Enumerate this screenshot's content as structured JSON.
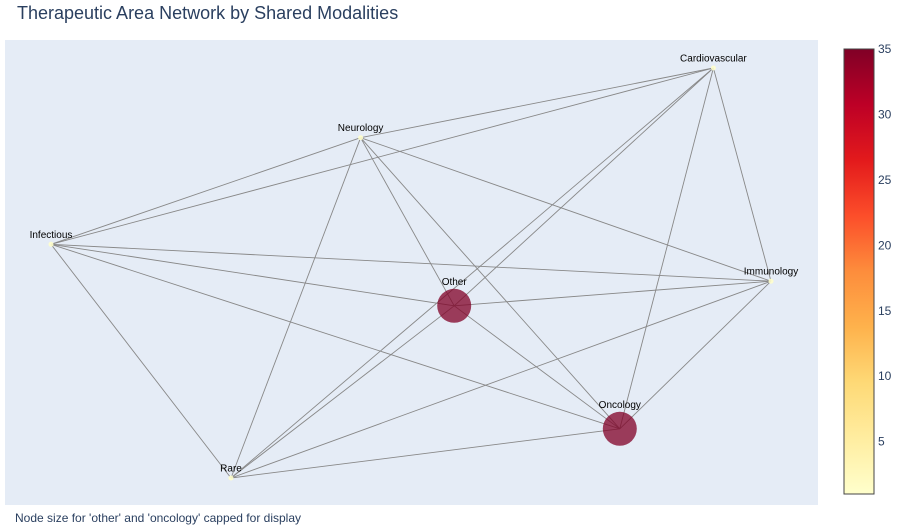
{
  "chart_data": {
    "type": "network",
    "title": "Therapeutic Area Network by Shared Modalities",
    "annotation": "Node size for 'other' and 'oncology' capped for display",
    "nodes": [
      {
        "id": "Cardiovascular",
        "x": 0.92,
        "y": 1.0,
        "value": 1
      },
      {
        "id": "Neurology",
        "x": 0.43,
        "y": 0.83,
        "value": 1
      },
      {
        "id": "Infectious",
        "x": 0.0,
        "y": 0.57,
        "value": 1
      },
      {
        "id": "Other",
        "x": 0.56,
        "y": 0.42,
        "value": 35
      },
      {
        "id": "Immunology",
        "x": 1.0,
        "y": 0.48,
        "value": 1
      },
      {
        "id": "Oncology",
        "x": 0.79,
        "y": 0.12,
        "value": 35
      },
      {
        "id": "Rare",
        "x": 0.25,
        "y": 0.0,
        "value": 1
      }
    ],
    "edges": [
      [
        "Cardiovascular",
        "Neurology"
      ],
      [
        "Cardiovascular",
        "Infectious"
      ],
      [
        "Cardiovascular",
        "Other"
      ],
      [
        "Cardiovascular",
        "Oncology"
      ],
      [
        "Cardiovascular",
        "Immunology"
      ],
      [
        "Cardiovascular",
        "Rare"
      ],
      [
        "Neurology",
        "Infectious"
      ],
      [
        "Neurology",
        "Other"
      ],
      [
        "Neurology",
        "Oncology"
      ],
      [
        "Neurology",
        "Immunology"
      ],
      [
        "Neurology",
        "Rare"
      ],
      [
        "Infectious",
        "Other"
      ],
      [
        "Infectious",
        "Immunology"
      ],
      [
        "Infectious",
        "Oncology"
      ],
      [
        "Infectious",
        "Rare"
      ],
      [
        "Other",
        "Immunology"
      ],
      [
        "Other",
        "Oncology"
      ],
      [
        "Other",
        "Rare"
      ],
      [
        "Immunology",
        "Oncology"
      ],
      [
        "Immunology",
        "Rare"
      ],
      [
        "Oncology",
        "Rare"
      ]
    ],
    "colorbar": {
      "range": [
        1,
        35
      ],
      "ticks": [
        5,
        10,
        15,
        20,
        25,
        30,
        35
      ],
      "colorscale": [
        "#ffffcc",
        "#ffeda0",
        "#fed976",
        "#feb24c",
        "#fd8d3c",
        "#fc4e2a",
        "#e31a1c",
        "#bd0026",
        "#800026"
      ]
    },
    "colors": {
      "plot_background": "#e5ecf6",
      "edge": "#888888",
      "text": "#2a3f5f"
    },
    "grid": false,
    "legend": "none"
  }
}
